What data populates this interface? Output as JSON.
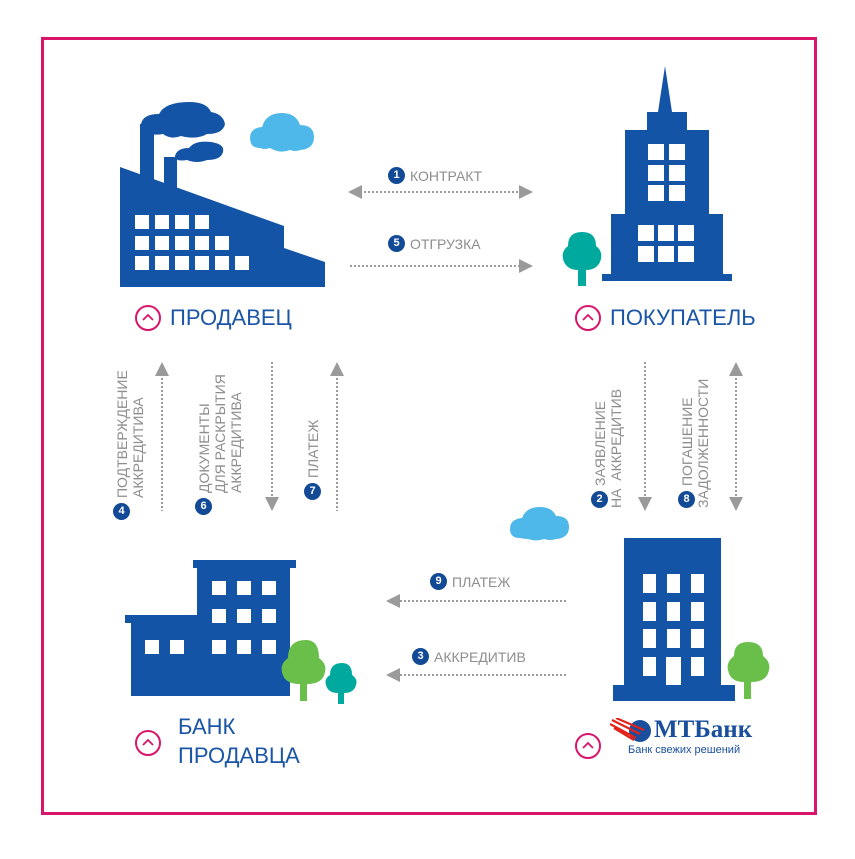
{
  "colors": {
    "frame": "#d8156b",
    "building": "#1454a6",
    "cloud": "#4fb8ea",
    "tree_green": "#6abf4b",
    "tree_teal": "#00a99d",
    "arrow": "#9a9a9a",
    "label": "#1a55a6",
    "flow_text": "#8e8e8e",
    "step_badge": "#124a96"
  },
  "parties": {
    "seller": {
      "label": "ПРОДАВЕЦ",
      "icon": "factory-icon"
    },
    "buyer": {
      "label": "ПОКУПАТЕЛЬ",
      "icon": "skyscraper-icon"
    },
    "seller_bank": {
      "label_line1": "БАНК",
      "label_line2": "ПРОДАВЦА",
      "icon": "bank-building-icon"
    },
    "buyer_bank": {
      "logo_name": "МТБанк",
      "logo_tagline": "Банк свежих решений",
      "icon": "office-building-icon"
    }
  },
  "flows": {
    "contract": {
      "step": "1",
      "label": "КОНТРАКТ",
      "direction": "both"
    },
    "application": {
      "step": "2",
      "line1": "ЗАЯВЛЕНИЕ",
      "line2": "НА  АККРЕДИТИВ",
      "direction": "down"
    },
    "letter_of_credit": {
      "step": "3",
      "label": "АККРЕДИТИВ",
      "direction": "left"
    },
    "confirmation": {
      "step": "4",
      "line1": "ПОДТВЕРЖДЕНИЕ",
      "line2": "АККРЕДИТИВА",
      "direction": "up"
    },
    "shipment": {
      "step": "5",
      "label": "ОТГРУЗКА",
      "direction": "right"
    },
    "documents": {
      "step": "6",
      "line1": "ДОКУМЕНТЫ",
      "line2": "ДЛЯ РАСКРЫТИЯ",
      "line3": "АККРЕДИТИВА",
      "direction": "down"
    },
    "payment_to_seller": {
      "step": "7",
      "label": "ПЛАТЕЖ",
      "direction": "up"
    },
    "debt_repayment": {
      "step": "8",
      "line1": "ПОГАШЕНИЕ",
      "line2": "ЗАДОЛЖЕННОСТИ",
      "direction": "both"
    },
    "payment_between_banks": {
      "step": "9",
      "label": "ПЛАТЕЖ",
      "direction": "left"
    }
  }
}
